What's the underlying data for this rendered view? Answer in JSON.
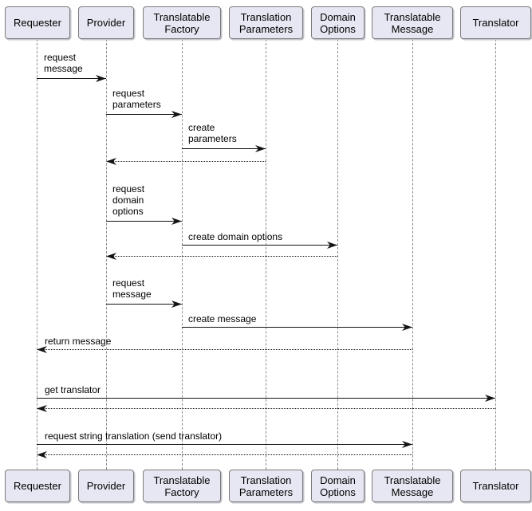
{
  "diagram": {
    "type": "sequence-diagram",
    "participants": [
      {
        "name": "Requester"
      },
      {
        "name": "Provider"
      },
      {
        "name": "Translatable\nFactory"
      },
      {
        "name": "Translation\nParameters"
      },
      {
        "name": "Domain\nOptions"
      },
      {
        "name": "Translatable\nMessage"
      },
      {
        "name": "Translator"
      }
    ],
    "messages": [
      {
        "label": "request\nmessage",
        "from": "Requester",
        "to": "Provider",
        "line": "solid",
        "kind": "call"
      },
      {
        "label": "request\nparameters",
        "from": "Provider",
        "to": "Translatable Factory",
        "line": "solid",
        "kind": "call"
      },
      {
        "label": "create\nparameters",
        "from": "Translatable Factory",
        "to": "Translation Parameters",
        "line": "solid",
        "kind": "call"
      },
      {
        "label": "",
        "from": "Translation Parameters",
        "to": "Provider",
        "line": "dotted",
        "kind": "return"
      },
      {
        "label": "request\ndomain\noptions",
        "from": "Provider",
        "to": "Translatable Factory",
        "line": "solid",
        "kind": "call"
      },
      {
        "label": "create domain options",
        "from": "Translatable Factory",
        "to": "Domain Options",
        "line": "solid",
        "kind": "call"
      },
      {
        "label": "",
        "from": "Domain Options",
        "to": "Provider",
        "line": "dotted",
        "kind": "return"
      },
      {
        "label": "request\nmessage",
        "from": "Provider",
        "to": "Translatable Factory",
        "line": "solid",
        "kind": "call"
      },
      {
        "label": "create message",
        "from": "Translatable Factory",
        "to": "Translatable Message",
        "line": "solid",
        "kind": "call"
      },
      {
        "label": "return message",
        "from": "Translatable Message",
        "to": "Requester",
        "line": "dotted",
        "kind": "return"
      },
      {
        "label": "get translator",
        "from": "Requester",
        "to": "Translator",
        "line": "solid",
        "kind": "call"
      },
      {
        "label": "",
        "from": "Translator",
        "to": "Requester",
        "line": "dotted",
        "kind": "return"
      },
      {
        "label": "request string translation (send translator)",
        "from": "Requester",
        "to": "Translatable Message",
        "line": "solid",
        "kind": "call"
      },
      {
        "label": "",
        "from": "Translatable Message",
        "to": "Requester",
        "line": "dotted",
        "kind": "return"
      }
    ],
    "colors": {
      "participant_fill": "#e7e7f3",
      "participant_border": "#7a7a7a",
      "lifeline": "#8a8a8a",
      "arrow": "#141414",
      "background": "#ffffff"
    }
  }
}
